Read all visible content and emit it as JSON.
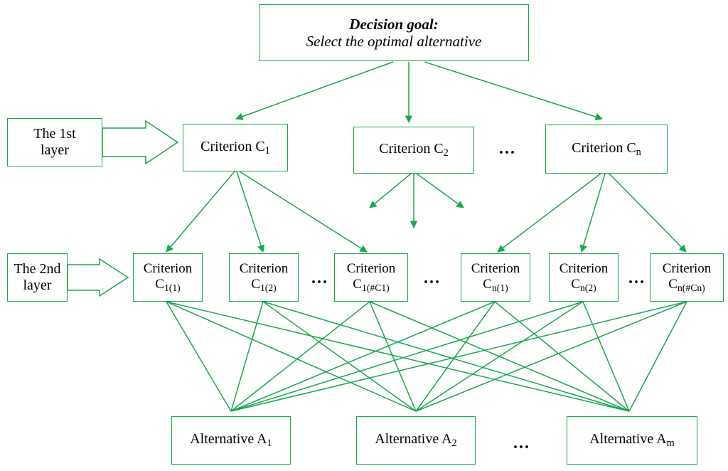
{
  "diagram": {
    "accent_color": "#18a84a",
    "goal": {
      "title": "Decision goal:",
      "subtitle": "Select the optimal alternative"
    },
    "layer_labels": {
      "first": "The 1st\nlayer",
      "first_line1": "The 1st",
      "first_line2": "layer",
      "second_line1": "The 2nd",
      "second_line2": "layer"
    },
    "level1": [
      {
        "label": "Criterion C",
        "sub": "1"
      },
      {
        "label": "Criterion C",
        "sub": "2"
      },
      {
        "label": "Criterion C",
        "sub": "n"
      }
    ],
    "level1_ellipsis": "...",
    "level2": [
      {
        "line1": "Criterion",
        "line2": "C",
        "sub": "1(1)"
      },
      {
        "line1": "Criterion",
        "line2": "C",
        "sub": "1(2)"
      },
      {
        "line1": "Criterion",
        "line2": "C",
        "sub": "1(#C1)"
      },
      {
        "line1": "Criterion",
        "line2": "C",
        "sub": "n(1)"
      },
      {
        "line1": "Criterion",
        "line2": "C",
        "sub": "n(2)"
      },
      {
        "line1": "Criterion",
        "line2": "C",
        "sub": "n(#Cn)"
      }
    ],
    "level2_ellipsis_1": "...",
    "level2_ellipsis_2": "...",
    "level2_ellipsis_3": "...",
    "alternatives": [
      {
        "label": "Alternative A",
        "sub": "1"
      },
      {
        "label": "Alternative A",
        "sub": "2"
      },
      {
        "label": "Alternative A",
        "sub": "m"
      }
    ],
    "alternatives_ellipsis": "..."
  }
}
